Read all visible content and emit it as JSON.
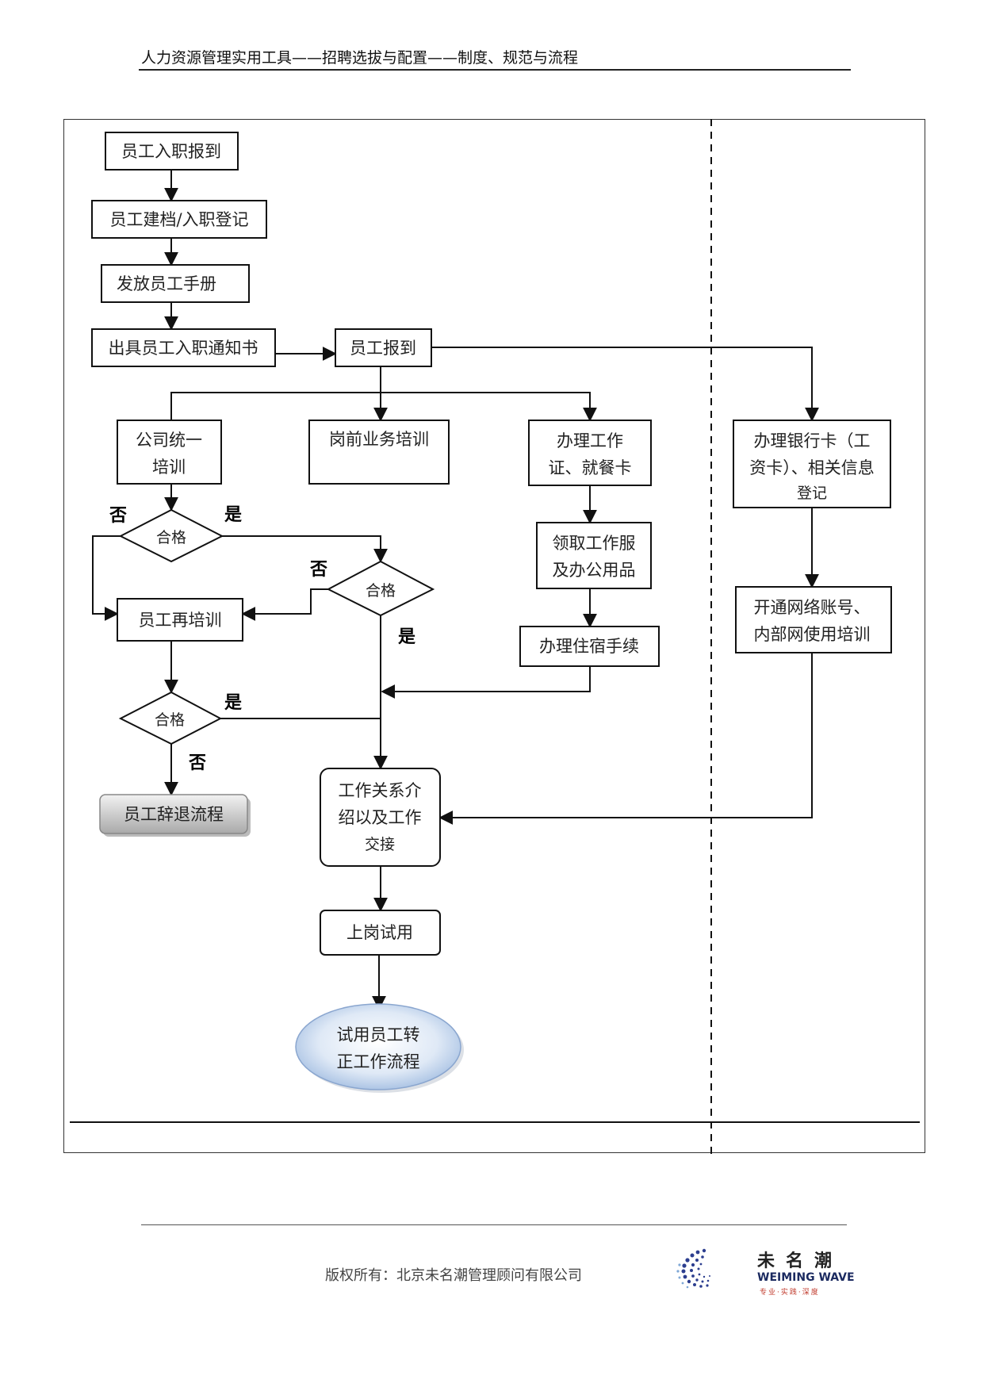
{
  "header": {
    "title": "人力资源管理实用工具——招聘选拔与配置——制度、规范与流程"
  },
  "flow": {
    "start": "员工入职报到",
    "archive": "员工建档/入职登记",
    "handbook": "发放员工手册",
    "notice": "出具员工入职通知书",
    "report": "员工报到",
    "company_training": [
      "公司统一",
      "培训"
    ],
    "post_training": "岗前业务培训",
    "work_card": [
      "办理工作",
      "证、就餐卡"
    ],
    "bank_card": [
      "办理银行卡（工",
      "资卡）、相关信息",
      "登记"
    ],
    "pass_label": "合格",
    "retrain": "员工再培训",
    "uniform": [
      "领取工作服",
      "及办公用品"
    ],
    "dorm": "办理住宿手续",
    "network": [
      "开通网络账号、",
      "内部网使用培训"
    ],
    "dismiss": "员工辞退流程",
    "handover": [
      "工作关系介",
      "绍以及工作",
      "交接"
    ],
    "probation": "上岗试用",
    "regularize": [
      "试用员工转",
      "正工作流程"
    ],
    "yes": "是",
    "no": "否"
  },
  "footer": {
    "copyright": "版权所有：北京未名潮管理顾问有限公司",
    "logo_cn": "未名潮",
    "logo_en": "WEIMING WAVE",
    "logo_tagline": "专业·实践·深度"
  }
}
